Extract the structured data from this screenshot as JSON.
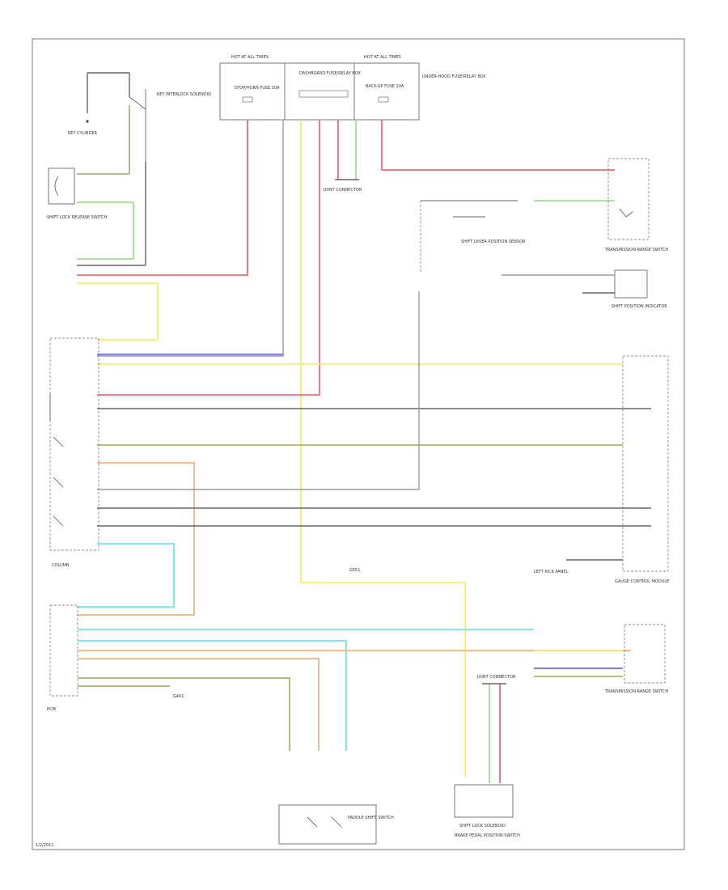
{
  "diagram": {
    "fuse_box_left": "HOT AT ALL TIMES",
    "fuse_box_right": "HOT AT ALL TIMES",
    "underhood_box": "UNDER-HOOD FUSE/RELAY BOX",
    "fuse_stop_horn": "STOP/HORN FUSE 10A",
    "fuse_backup": "BACK-UP FUSE 10A",
    "dashboard_box": "DASHBOARD FUSE/RELAY BOX",
    "key_cylinder": "KEY CYLINDER",
    "interlock_solenoid": "KEY INTERLOCK SOLENOID",
    "shift_lock_switch": "SHIFT LOCK RELEASE SWITCH",
    "gauge_assembly": "GAUGE CONTROL MODULE",
    "transmission_range": "TRANSMISSION RANGE SWITCH",
    "shift_position": "SHIFT POSITION INDICATOR",
    "shift_lever": "SHIFT LEVER POSITION SENSOR",
    "shift_lock_solenoid": "SHIFT LOCK SOLENOID",
    "joint_connector_top": "JOINT CONNECTOR",
    "joint_connector_mid": "JOINT CONNECTOR",
    "pcm": "PCM",
    "g401_left": "G401",
    "g_bottom": "G551",
    "left_kick_panel": "LEFT KICK PANEL",
    "brake_pedal_switch": "BRAKE PEDAL POSITION SWITCH",
    "steering_switch": "PADDLE SHIFT SWITCH",
    "column_label": "COLUMN",
    "corner_ref": "1/2/2011"
  }
}
